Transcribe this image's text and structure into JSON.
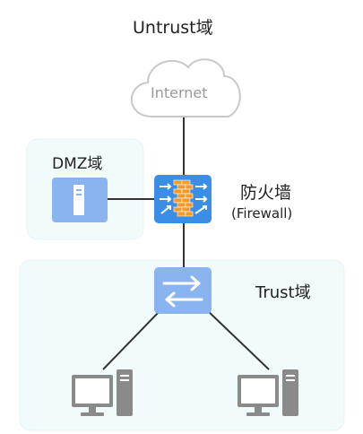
{
  "zones": {
    "untrust": "Untrust域",
    "dmz": "DMZ域",
    "trust": "Trust域"
  },
  "internet": {
    "label": "Internet"
  },
  "firewall": {
    "name": "防火墙",
    "name_en": "(Firewall)"
  },
  "colors": {
    "device_blue": "#3a8ee6",
    "device_light": "#8ab4f0",
    "cloud_stroke": "#c8c8c8",
    "zone_bg": "#f1fbfb",
    "line": "#333333",
    "pc_gray": "#8a8a8a"
  },
  "icons": [
    "cloud-icon",
    "server-icon",
    "firewall-icon",
    "switch-icon",
    "pc-icon"
  ]
}
